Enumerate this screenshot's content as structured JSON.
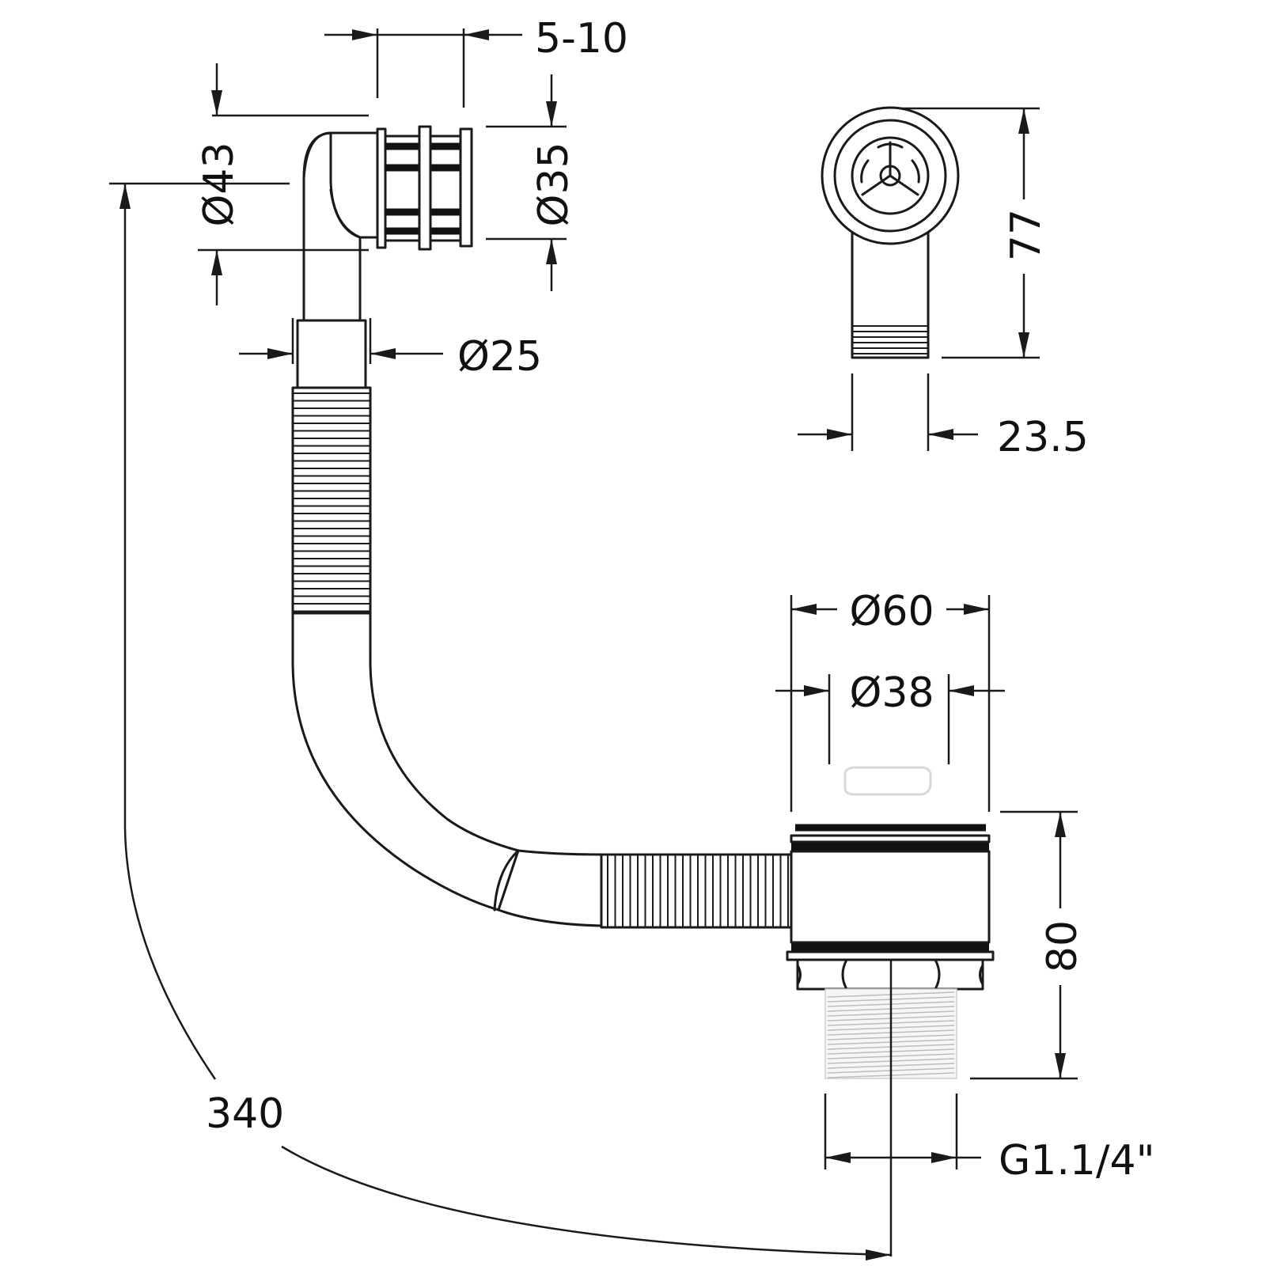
{
  "dimensions": {
    "overflow_gap": "5-10",
    "overflow_outer_dia": "Ø43",
    "overflow_inner_dia": "Ø35",
    "pipe_dia": "Ø25",
    "front_height": "77",
    "front_width": "23.5",
    "waste_outer_dia": "Ø60",
    "waste_inner_dia": "Ø38",
    "waste_height": "80",
    "total_length": "340",
    "thread": "G1.1/4\""
  }
}
